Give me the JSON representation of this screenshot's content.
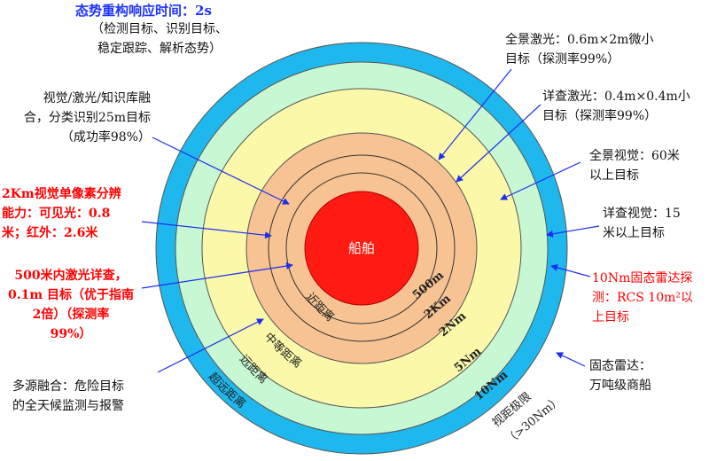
{
  "title": "态势重构响应时间：2s",
  "subtitle": "（检测目标、识别目标、\n稳定跟踪、解析态势）",
  "colors": {
    "outer_ring": "#1fb8ee",
    "ring_10nm": "#c8f7d3",
    "ring_5nm": "#fbf9a9",
    "ring_2km": "#f7c393",
    "core": "#ff1a12",
    "arrow": "#1d2ef0",
    "highlight": "#ff0000",
    "title_blue": "#1f33ff"
  },
  "core_label": "船舶",
  "range_labels": {
    "r500m": "500m",
    "r2km": "2Km",
    "r2nm": "2Nm",
    "r5nm": "5Nm",
    "r10nm": "10Nm",
    "limit_line1": "视距极限",
    "limit_line2": "（>30Nm）"
  },
  "zones": {
    "near": "近距离",
    "mid": "中等距离",
    "far": "远距离",
    "ultra": "超远距离"
  },
  "annotations": {
    "panorama_laser": "全景激光：0.6m×2m微小\n目标（探测率99%）",
    "detail_laser": "详查激光：0.4m×0.4m小\n目标（探测率99%）",
    "panorama_vision": "全景视觉：60米\n以上目标",
    "detail_vision": "详查视觉：15\n米以上目标",
    "radar_10nm": "10Nm固态雷达探\n测：RCS 10m²以\n上目标",
    "radar_ship": "固态雷达：\n万吨级商船",
    "fusion_25m": "视觉/激光/知识库融\n合，分类识别25m目标\n（成功率98%）",
    "vision_2km": "2Km视觉单像素分辨\n能力：可见光：0.8\n米；红外：2.6米",
    "laser_500m": "500米内激光详查，\n0.1m 目标（优于指南\n2倍）（探测率\n99%）",
    "multisource": "多源融合：危险目标\n的全天候监测与报警"
  }
}
